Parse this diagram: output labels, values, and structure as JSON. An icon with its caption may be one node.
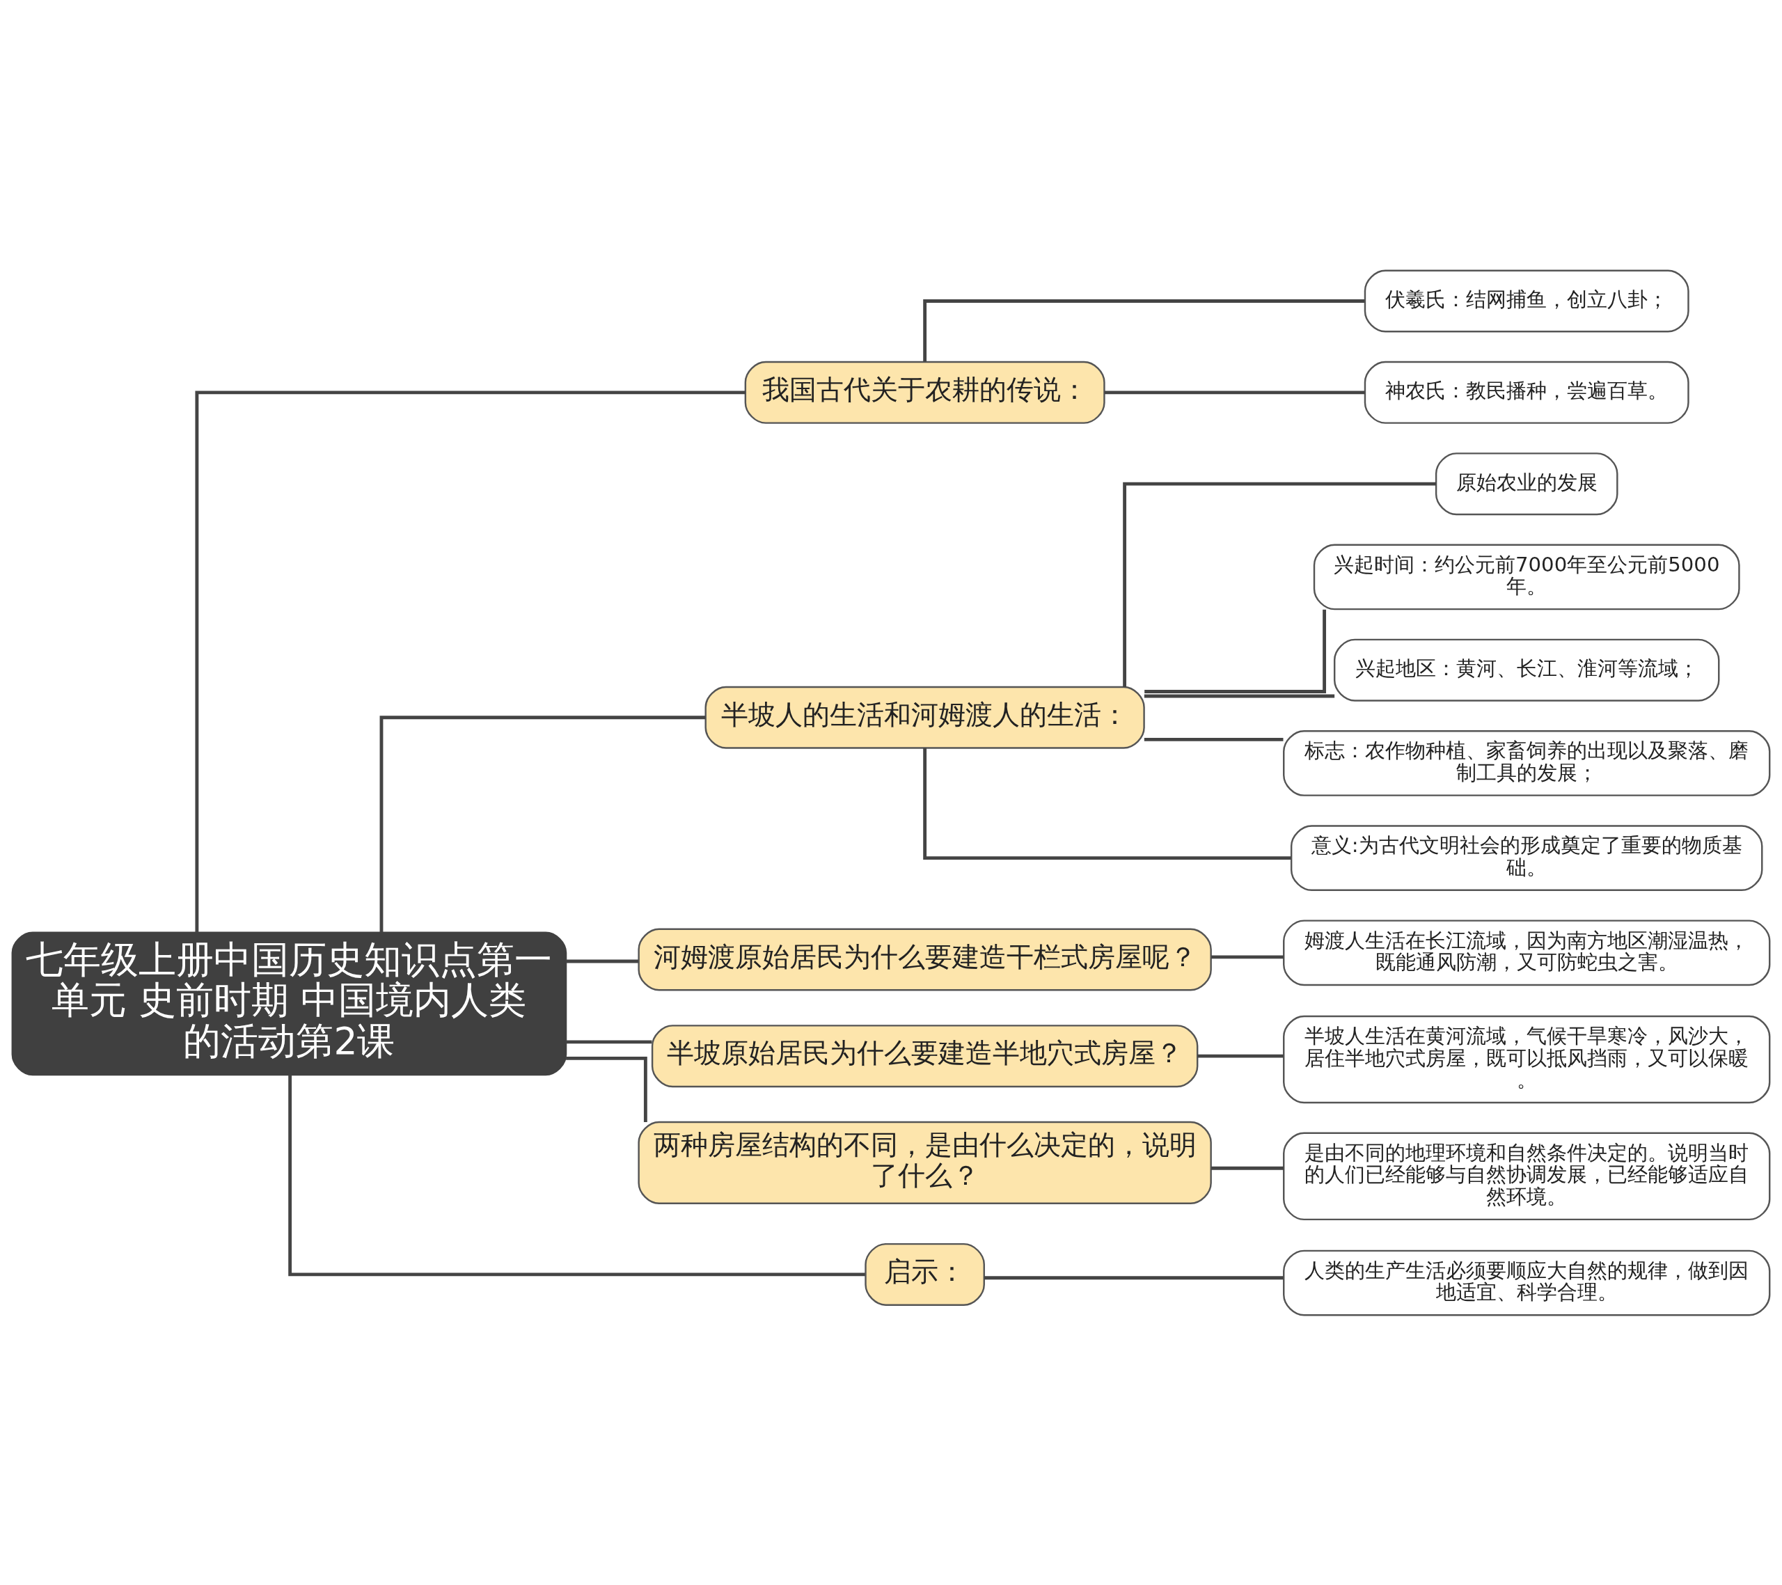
{
  "diagram": {
    "nodes": [
      {
        "text": [
          "七年级上册中国历史知识点第一单元 史前时期 中国境内人类的活动第2课"
        ]
      },
      {
        "text": [
          "我国古代关于农耕的传说："
        ]
      },
      {
        "text": [
          "伏羲氏：结网捕鱼，创立八卦；"
        ]
      },
      {
        "text": [
          "神农氏：教民播种，尝遍百草。"
        ]
      },
      {
        "text": [
          "半坡人的生活和河姆渡人的生活："
        ]
      },
      {
        "text": [
          "原始农业的发展"
        ]
      },
      {
        "text": [
          "兴起时间：约公元前7000年至公元前5000年。"
        ]
      },
      {
        "text": [
          "兴起地区：黄河、长江、淮河等流域；"
        ]
      },
      {
        "text": [
          "标志：农作物种植、家畜饲养的出现以及聚落、磨制工具的发展；"
        ]
      },
      {
        "text": [
          "意义:为古代文明社会的形成奠定了重要的物质基础。"
        ]
      },
      {
        "text": [
          "河姆渡原始居民为什么要建造干栏式房屋呢？"
        ]
      },
      {
        "text": [
          "姆渡人生活在长江流域，因为南方地区潮湿温热，既能通风防潮，又可防蛇虫之害。"
        ]
      },
      {
        "text": [
          "半坡原始居民为什么要建造半地穴式房屋？"
        ]
      },
      {
        "text": [
          "半坡人生活在黄河流域，气候干旱寒冷，风沙大，居住半地穴式房屋，既可以抵风挡雨，又可以保暖。"
        ]
      },
      {
        "text": [
          "两种房屋结构的不同，是由什么决定的，说明了什么？"
        ]
      },
      {
        "text": [
          "是由不同的地理环境和自然条件决定的。说明当时的人们已经能够与自然协调发展，已经能够适应自然环境。"
        ]
      },
      {
        "text": [
          "启示："
        ]
      },
      {
        "text": [
          "人类的生产生活必须要顺应大自然的规律，做到因地适宜、科学合理。"
        ]
      }
    ],
    "edges": [
      {
        "from": 0,
        "to": 1,
        "arrow": "none"
      },
      {
        "from": 1,
        "to": 2,
        "arrow": "none"
      },
      {
        "from": 1,
        "to": 3,
        "arrow": "none"
      },
      {
        "from": 0,
        "to": 4,
        "arrow": "none"
      },
      {
        "from": 4,
        "to": 5,
        "arrow": "none"
      },
      {
        "from": 4,
        "to": 6,
        "arrow": "none"
      },
      {
        "from": 4,
        "to": 7,
        "arrow": "none"
      },
      {
        "from": 4,
        "to": 8,
        "arrow": "none"
      },
      {
        "from": 4,
        "to": 9,
        "arrow": "none"
      },
      {
        "from": 0,
        "to": 10,
        "arrow": "none"
      },
      {
        "from": 10,
        "to": 11,
        "arrow": "none"
      },
      {
        "from": 0,
        "to": 12,
        "arrow": "none"
      },
      {
        "from": 12,
        "to": 13,
        "arrow": "none"
      },
      {
        "from": 0,
        "to": 14,
        "arrow": "none"
      },
      {
        "from": 14,
        "to": 15,
        "arrow": "none"
      },
      {
        "from": 0,
        "to": 16,
        "arrow": "none"
      },
      {
        "from": 16,
        "to": 17,
        "arrow": "none"
      }
    ]
  }
}
